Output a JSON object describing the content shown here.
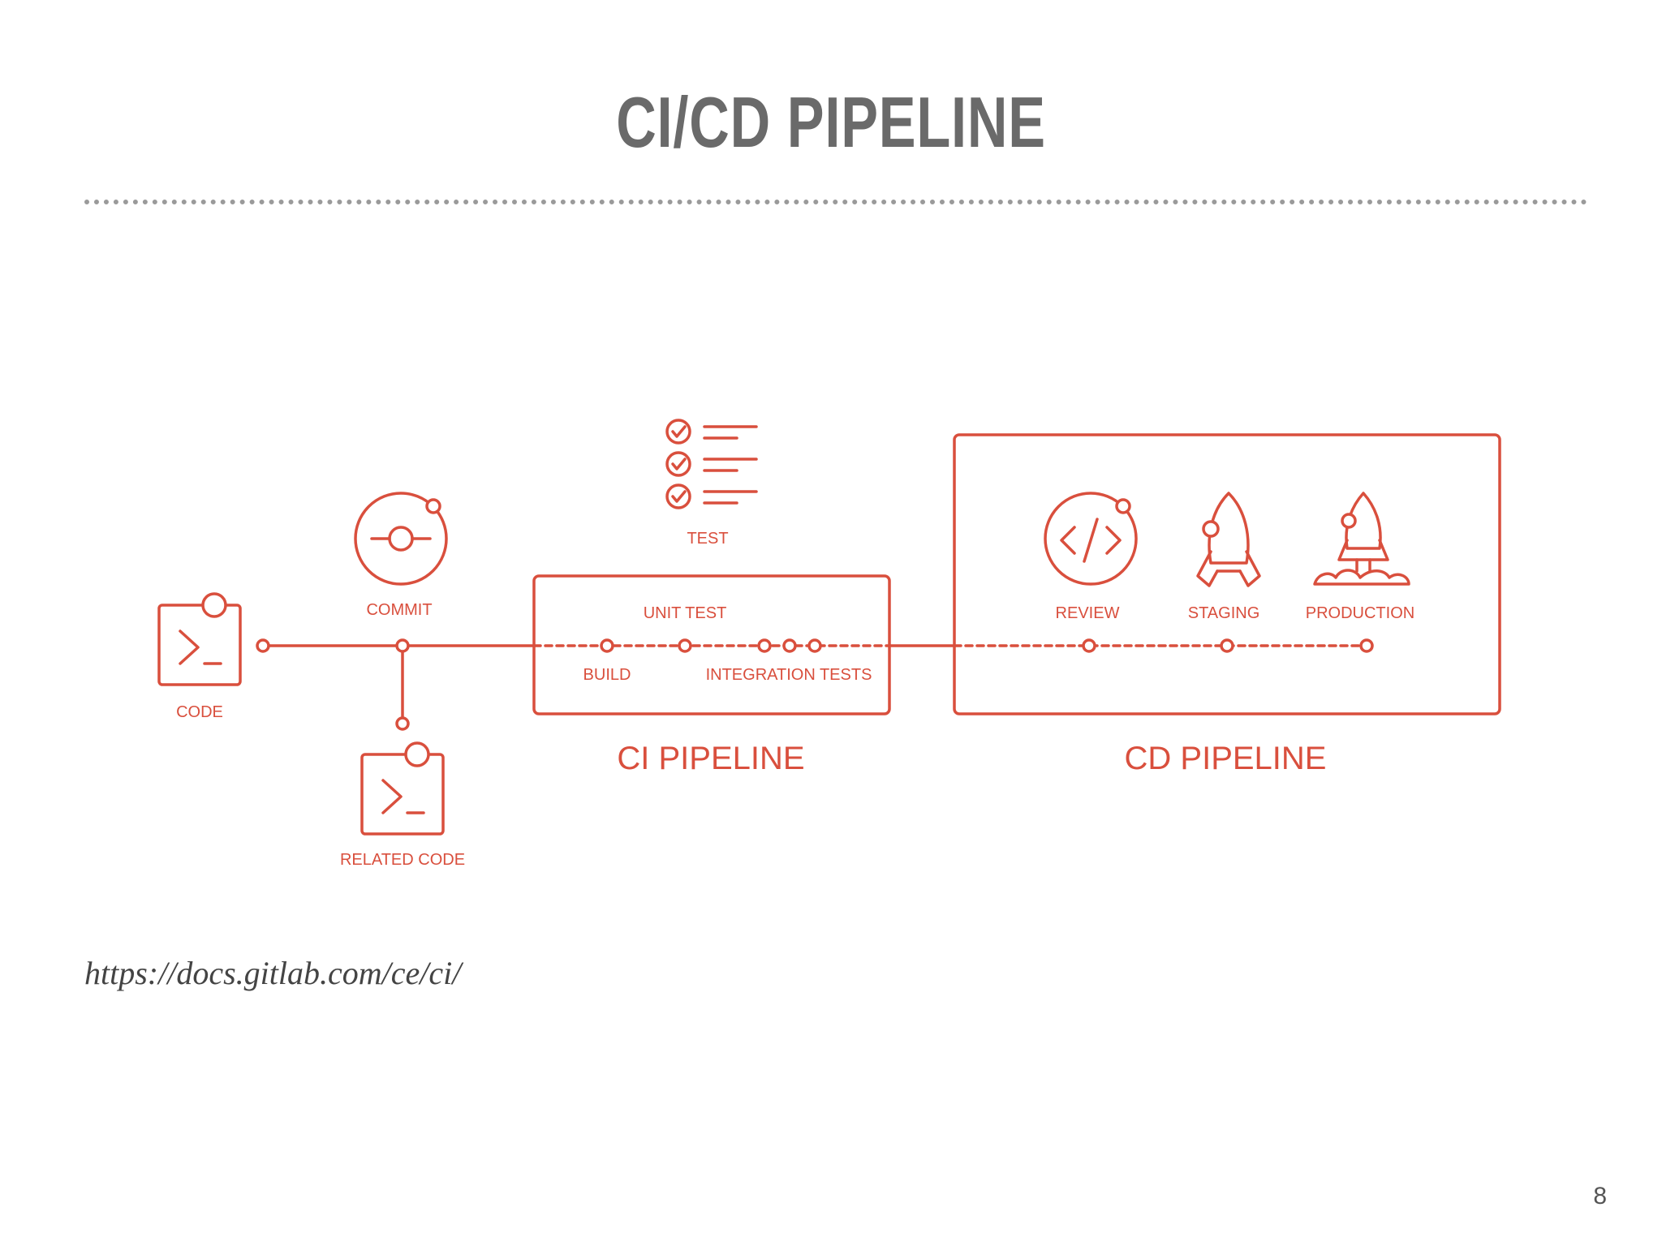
{
  "slide": {
    "title": "CI/CD PIPELINE",
    "source_url": "https://docs.gitlab.com/ce/ci/",
    "page_number": "8"
  },
  "diagram": {
    "accent_color": "#d94f3d",
    "nodes": {
      "code": "CODE",
      "commit": "COMMIT",
      "related_code": "RELATED CODE",
      "test": "TEST",
      "unit_test": "UNIT TEST",
      "build": "BUILD",
      "integration_tests": "INTEGRATION TESTS",
      "review": "REVIEW",
      "staging": "STAGING",
      "production": "PRODUCTION"
    },
    "groups": {
      "ci": "CI PIPELINE",
      "cd": "CD PIPELINE"
    },
    "icons": [
      "terminal-icon",
      "commit-icon",
      "checklist-icon",
      "code-review-icon",
      "rocket-icon",
      "rocket-launch-icon"
    ]
  }
}
